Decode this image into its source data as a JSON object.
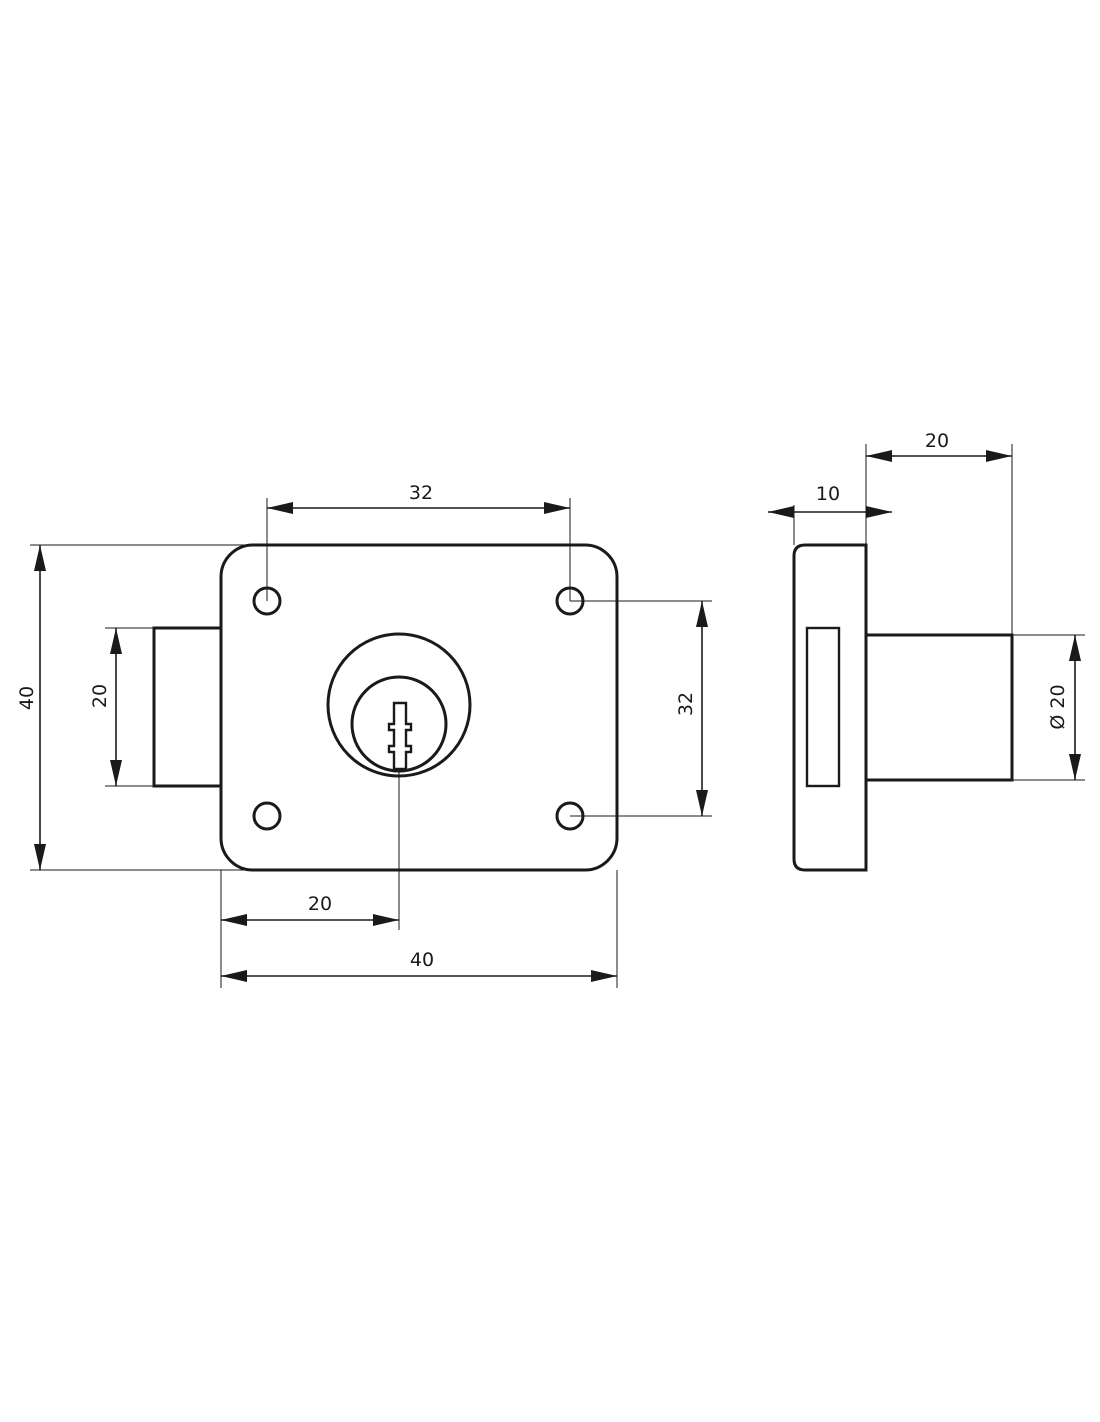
{
  "dimensions": {
    "top_hole_spacing": "32",
    "side_hole_spacing": "32",
    "plate_height": "40",
    "bolt_height": "20",
    "key_offset": "20",
    "plate_width": "40",
    "flange_thickness": "10",
    "bolt_projection": "20",
    "bolt_diameter": "Ø 20"
  }
}
